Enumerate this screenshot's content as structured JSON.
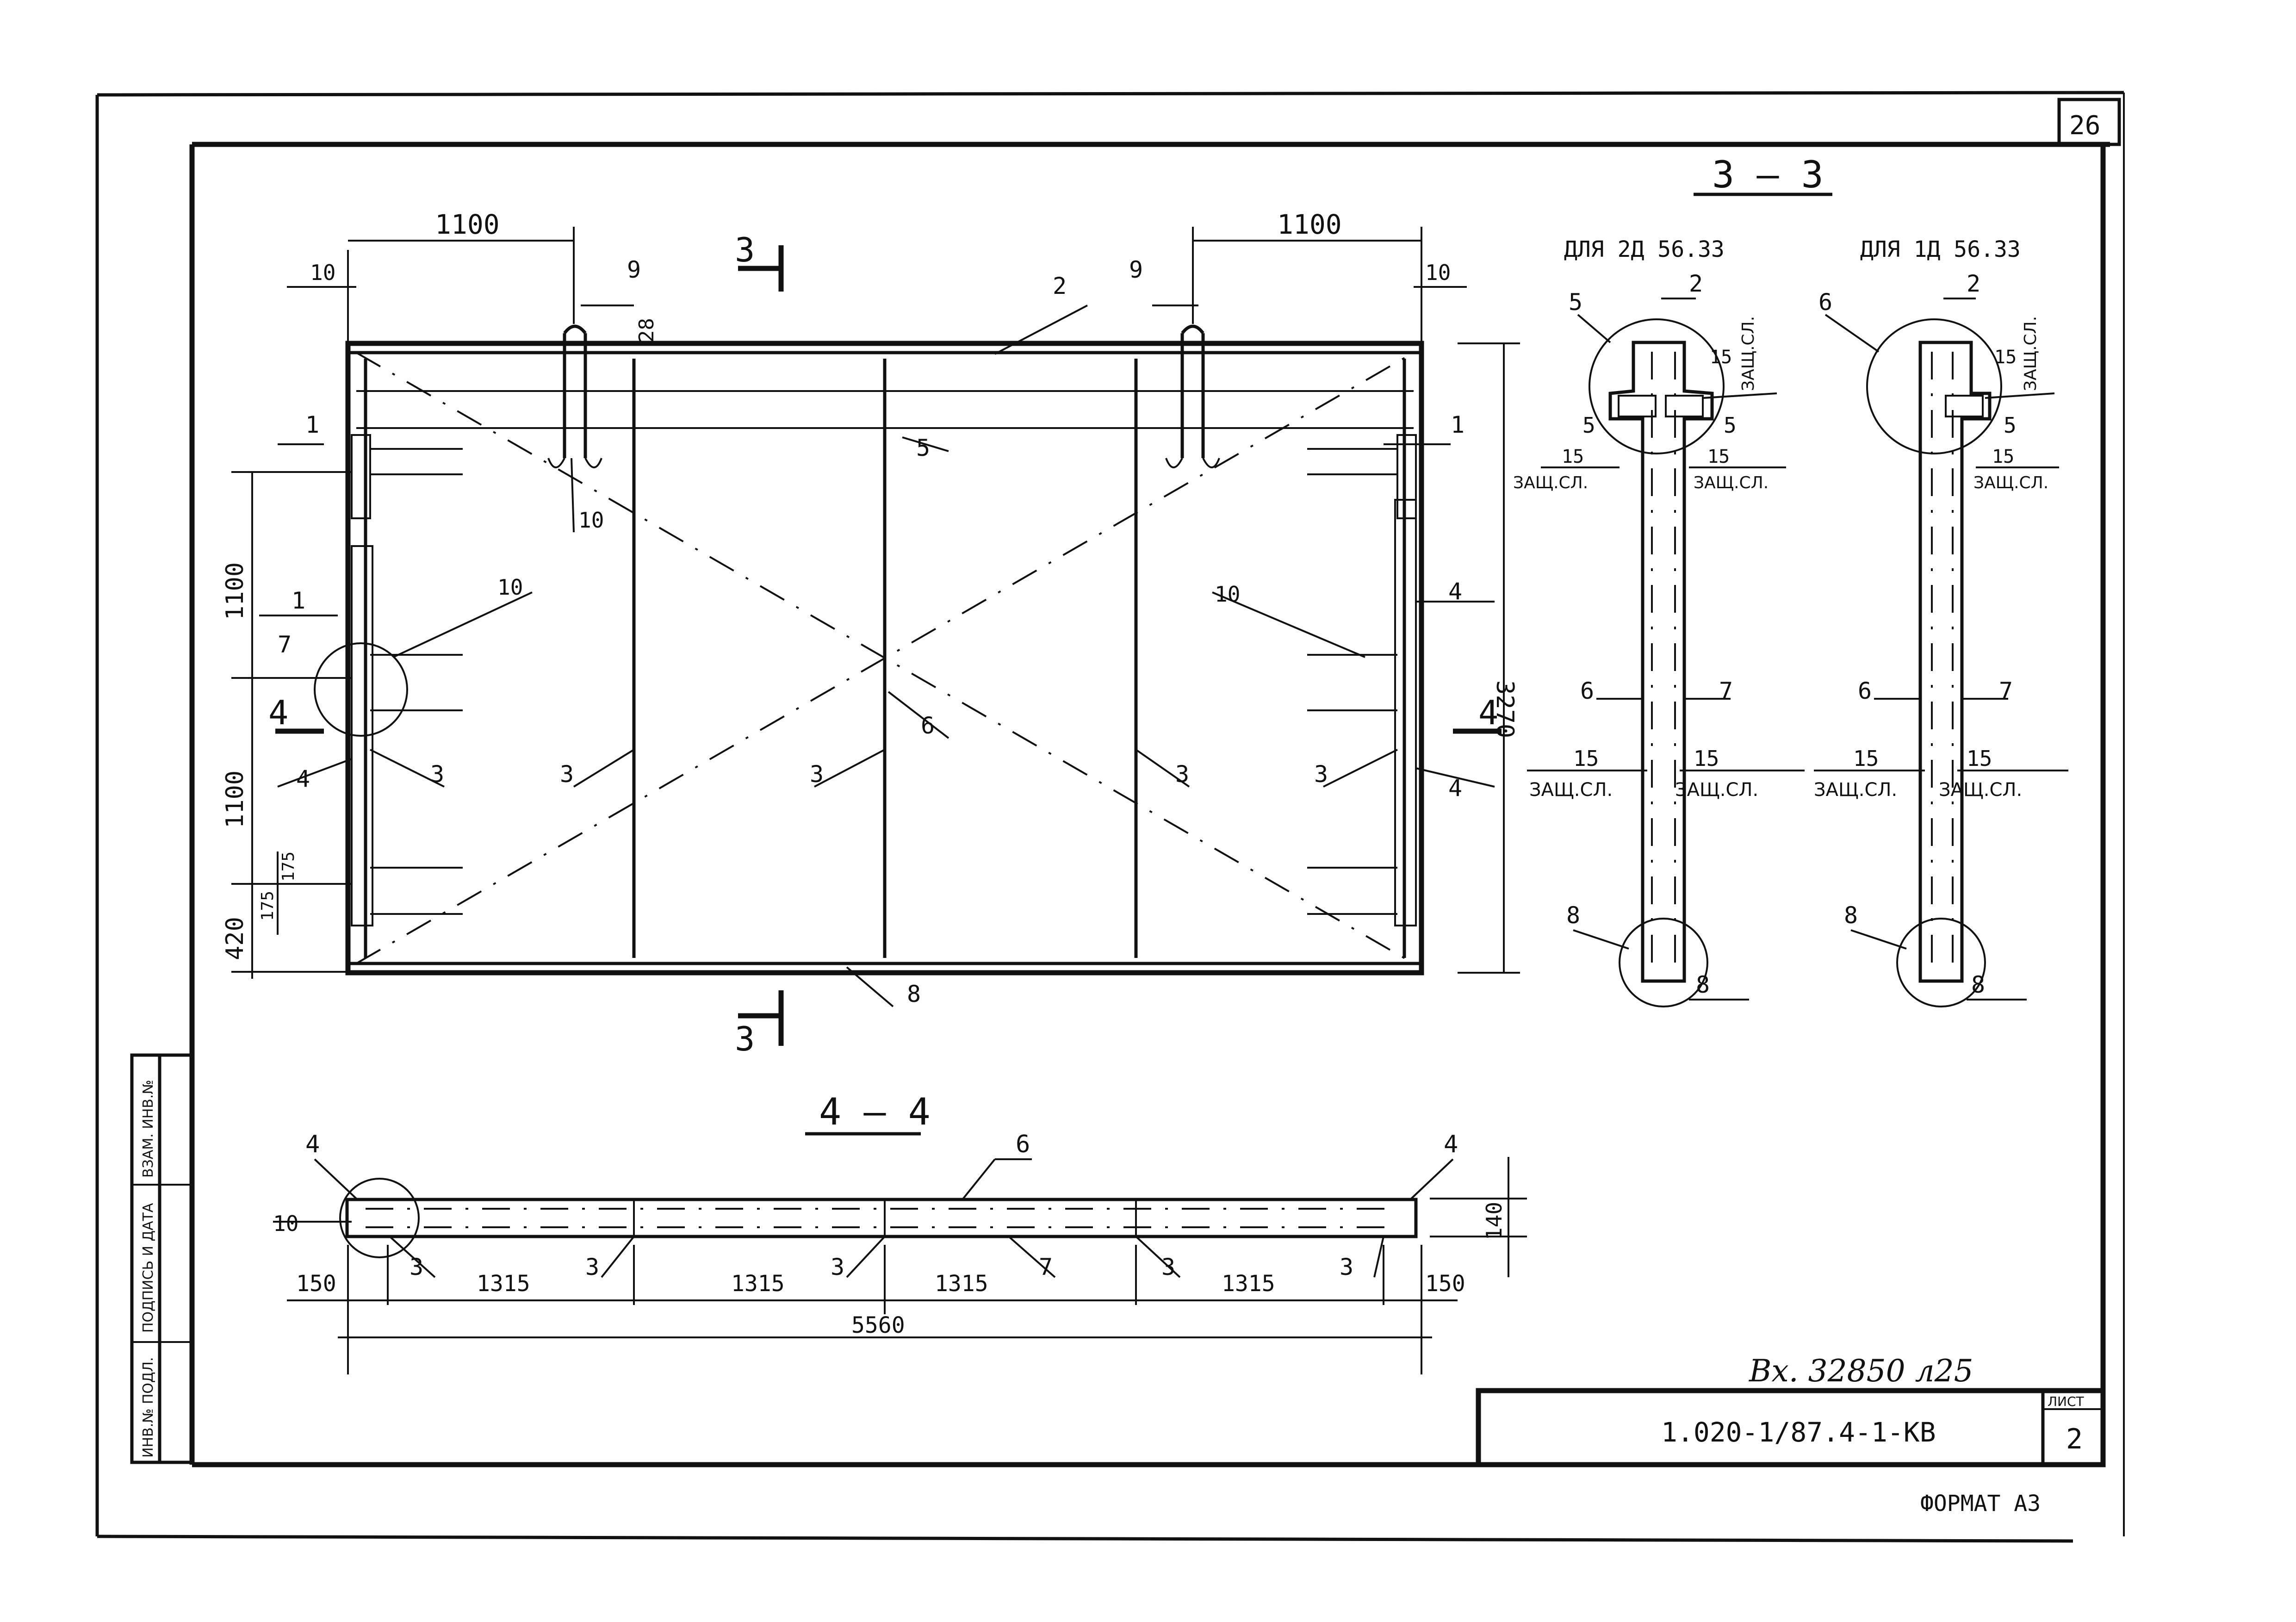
{
  "sheet": {
    "sheet_number": "26",
    "document_code": "1.020-1/87.4-1-КВ",
    "sheet_label": "ЛИСТ",
    "sheet_index": "2",
    "inventory_note": "Вх. 32850 л25",
    "format_label": "ФОРМАТ А3",
    "stamp_labels": [
      "ИНВ.№ ПОДЛ.",
      "ПОДПИСЬ И ДАТА",
      "ВЗАМ. ИНВ.№"
    ]
  },
  "main_view": {
    "top_dims": [
      "1100",
      "1100"
    ],
    "edge_dims": [
      "10",
      "10"
    ],
    "small_dim": "28",
    "left_dims": [
      "1100",
      "1100",
      "420"
    ],
    "small_left_dims": [
      "175",
      "175"
    ],
    "height_dim": "3270",
    "section_marks": [
      "3",
      "3",
      "4",
      "4"
    ],
    "callouts": [
      "9",
      "9",
      "2",
      "5",
      "1",
      "1",
      "10",
      "1",
      "10",
      "10",
      "7",
      "4",
      "4",
      "4",
      "3",
      "3",
      "3",
      "3",
      "3",
      "6",
      "8"
    ]
  },
  "section_33": {
    "title": "3 — 3",
    "left_caption": "ДЛЯ 2Д 56.33",
    "right_caption": "ДЛЯ 1Д 56.33",
    "dim_15": "15",
    "cover_label": "ЗАЩ.СЛ.",
    "left_callouts": [
      "5",
      "2",
      "5",
      "5",
      "6",
      "7",
      "8",
      "8"
    ],
    "right_callouts": [
      "6",
      "2",
      "5",
      "6",
      "7",
      "8",
      "8"
    ]
  },
  "section_44": {
    "title": "4 — 4",
    "bottom_dims": [
      "150",
      "1315",
      "1315",
      "1315",
      "1315",
      "150"
    ],
    "total_dim": "5560",
    "height_dim": "140",
    "callouts": [
      "4",
      "6",
      "4",
      "10",
      "3",
      "3",
      "3",
      "7",
      "3",
      "3"
    ]
  }
}
